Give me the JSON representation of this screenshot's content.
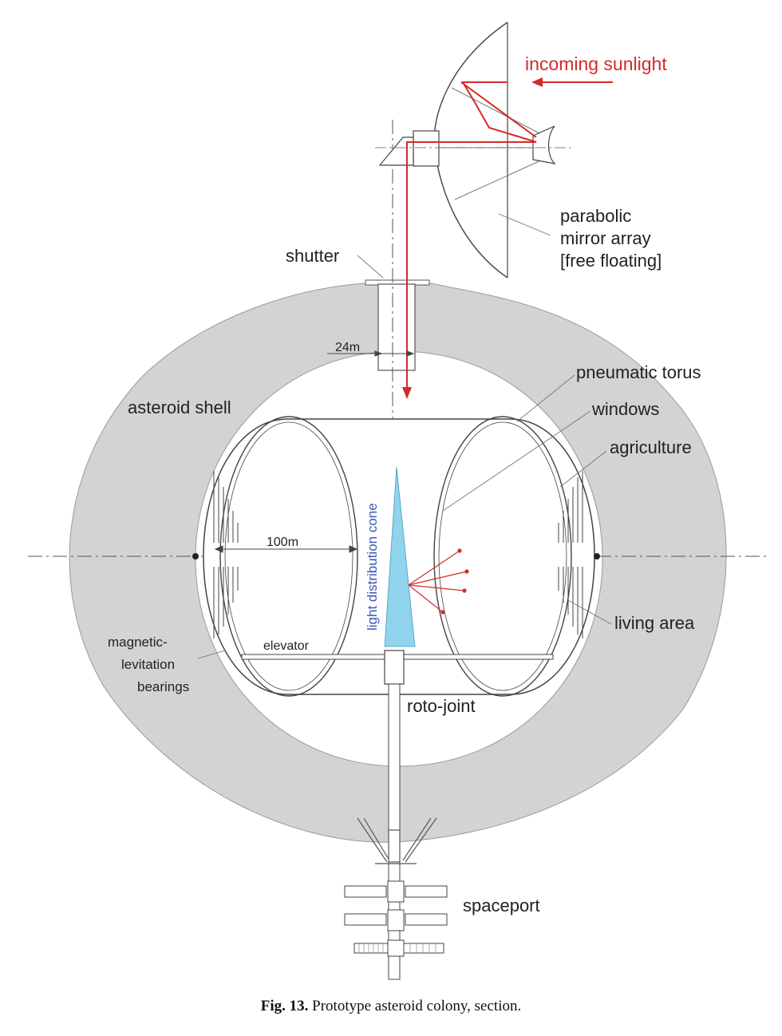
{
  "labels": {
    "incoming_sunlight": "incoming sunlight",
    "parabolic_line1": "parabolic",
    "parabolic_line2": "mirror array",
    "parabolic_line3": "[free floating]",
    "shutter": "shutter",
    "dim_24m": "24m",
    "pneumatic_torus": "pneumatic torus",
    "windows": "windows",
    "agriculture": "agriculture",
    "asteroid_shell": "asteroid shell",
    "dim_100m": "100m",
    "light_cone": "light distribution cone",
    "living_area": "living area",
    "maglev_line1": "magnetic-",
    "maglev_line2": "levitation",
    "maglev_line3": "bearings",
    "elevator": "elevator",
    "roto_joint": "roto-joint",
    "spaceport": "spaceport"
  },
  "caption": {
    "fig": "Fig. 13.",
    "text": "Prototype asteroid colony, section."
  },
  "colors": {
    "shell": "#d3d3d3",
    "sunlight": "#d42a2a",
    "cone": "#8fd3ec",
    "line": "#555555"
  }
}
